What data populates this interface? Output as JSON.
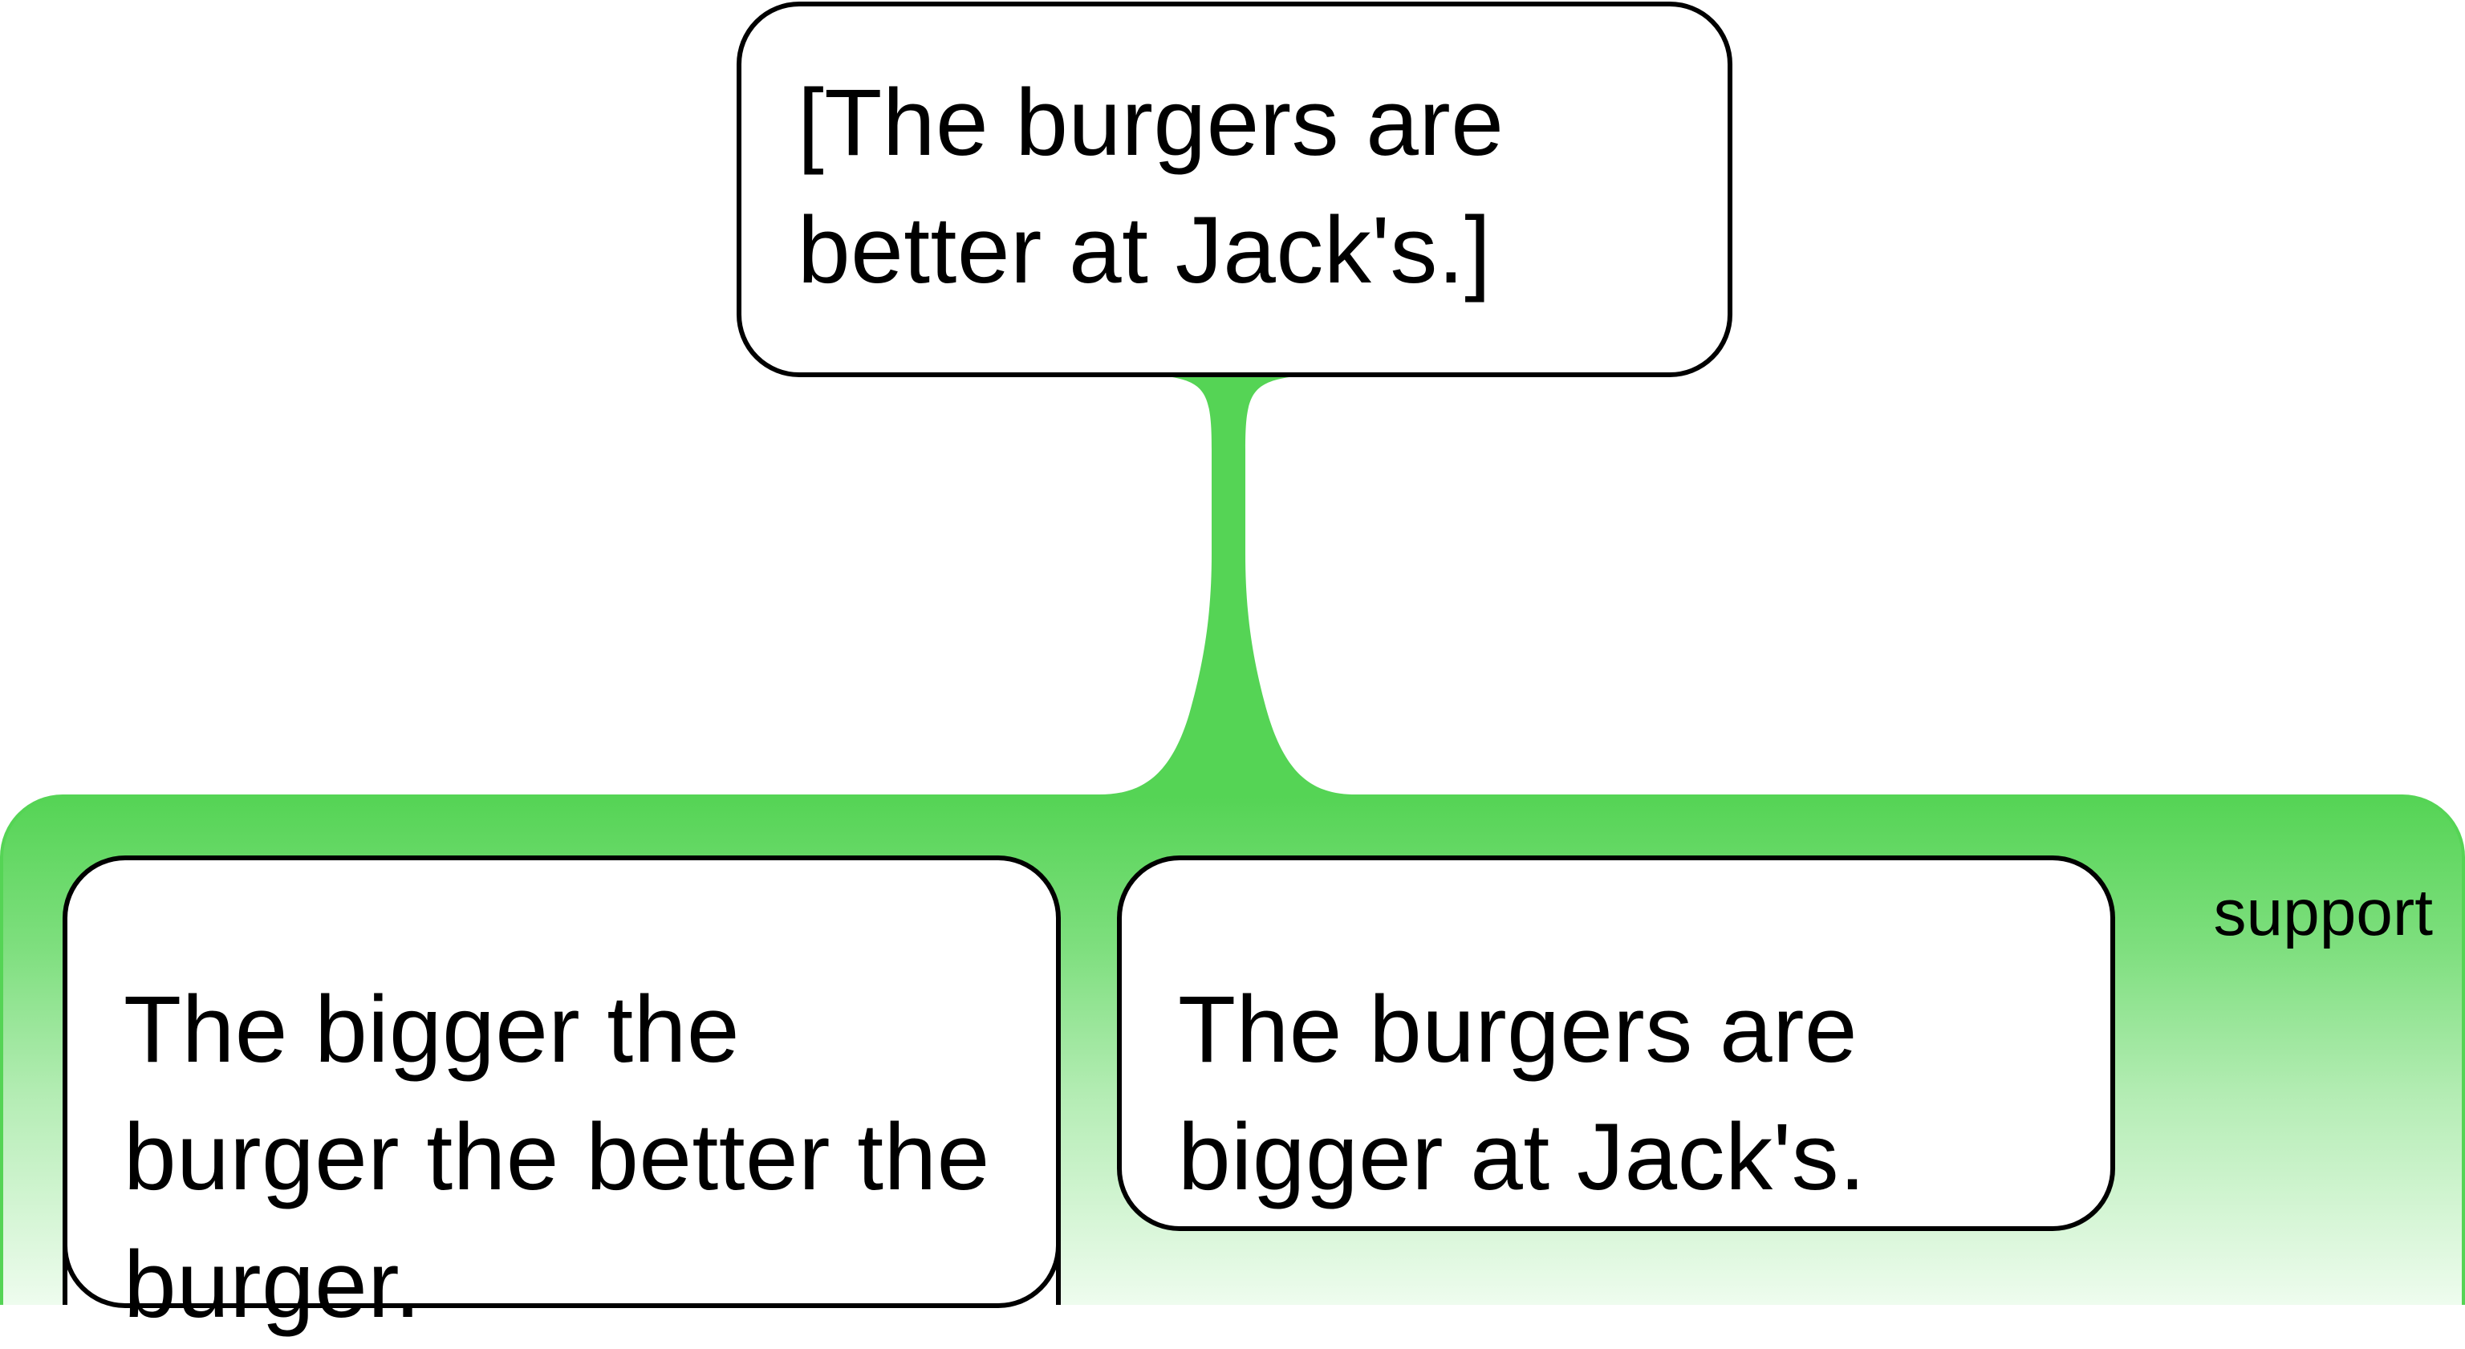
{
  "diagram": {
    "conclusion": {
      "text": "[The burgers are better at Jack's.]"
    },
    "relation": {
      "label": "support",
      "color": "#55d455"
    },
    "premises": [
      {
        "text": "The bigger the burger the better the burger."
      },
      {
        "text": "The burgers are bigger at Jack's."
      }
    ]
  }
}
